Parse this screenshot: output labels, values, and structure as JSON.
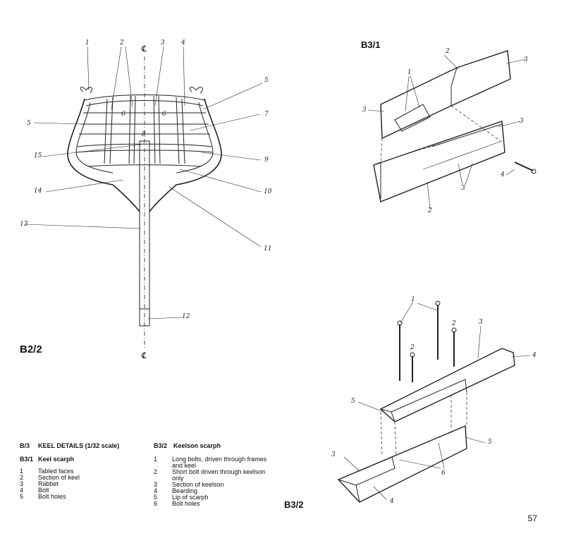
{
  "figures": {
    "b22": {
      "title": "B2/2",
      "centerline_mark": "℄",
      "callouts": [
        "1",
        "2",
        "3",
        "4",
        "5",
        "5",
        "6",
        "6",
        "7",
        "8",
        "9",
        "10",
        "11",
        "12",
        "13",
        "14",
        "15"
      ]
    },
    "b31": {
      "title": "B3/1",
      "callouts": [
        "1",
        "2",
        "2",
        "3",
        "3",
        "3",
        "3",
        "4"
      ]
    },
    "b32": {
      "title": "B3/2",
      "callouts": [
        "1",
        "2",
        "3",
        "3",
        "4",
        "4",
        "5",
        "5",
        "6"
      ]
    }
  },
  "legend": {
    "b3_code": "B/3",
    "b3_title": "KEEL DETAILS (1/32 scale)",
    "b31_code": "B3/1",
    "b31_title": "Keel scarph",
    "b31_items": [
      {
        "n": "1",
        "t": "Tabled faces"
      },
      {
        "n": "2",
        "t": "Section of keel"
      },
      {
        "n": "3",
        "t": "Rabbet"
      },
      {
        "n": "4",
        "t": "Bolt"
      },
      {
        "n": "5",
        "t": "Bolt holes"
      }
    ],
    "b32_code": "B3/2",
    "b32_title": "Keelson scarph",
    "b32_items": [
      {
        "n": "1",
        "t": "Long bolts, driven through frames and keel"
      },
      {
        "n": "2",
        "t": "Short bolt driven through keelson only"
      },
      {
        "n": "3",
        "t": "Section of keelson"
      },
      {
        "n": "4",
        "t": "Bearding"
      },
      {
        "n": "5",
        "t": "Lip of scarph"
      },
      {
        "n": "6",
        "t": "Bolt holes"
      }
    ]
  },
  "page_number": "57"
}
